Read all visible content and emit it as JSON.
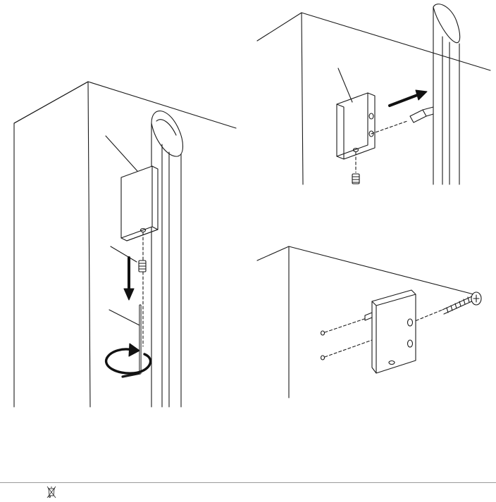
{
  "figure": {
    "panels": [
      {
        "name": "fitting-handle-bracket-with-grub-screw"
      },
      {
        "name": "inserting-handle-into-bracket"
      },
      {
        "name": "screwing-bracket-to-door"
      }
    ]
  },
  "footer": {
    "icon": "crossed-out-wheelie-bin-icon"
  },
  "colors": {
    "line": "#1a1a1a",
    "arrow": "#111111",
    "footer_rule": "#9a9a9a"
  }
}
